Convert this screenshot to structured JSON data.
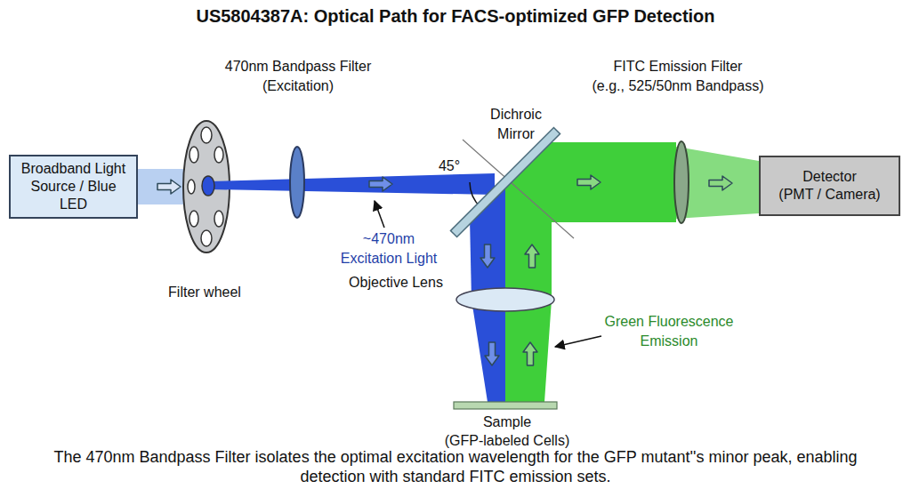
{
  "diagram": {
    "title": "US5804387A: Optical Path for FACS-optimized GFP Detection",
    "caption": "The 470nm Bandpass Filter isolates the optimal excitation wavelength for the GFP mutant''s minor peak, enabling detection with standard FITC emission sets.",
    "nodes": [
      {
        "text": [
          "Broadband Light Source / Blue LED"
        ]
      },
      {
        "text": [
          "Detector",
          "(PMT / Camera)"
        ]
      }
    ],
    "labels": [
      "470nm Bandpass Filter",
      "(Excitation)",
      "Filter wheel",
      "~470nm Excitation Light",
      "Dichroic Mirror",
      "45°",
      "FITC Emission Filter",
      "(e.g., 525/50nm Bandpass)",
      "Objective Lens",
      "Green Fluorescence Emission",
      "Sample",
      "(GFP-labeled Cells)"
    ]
  }
}
